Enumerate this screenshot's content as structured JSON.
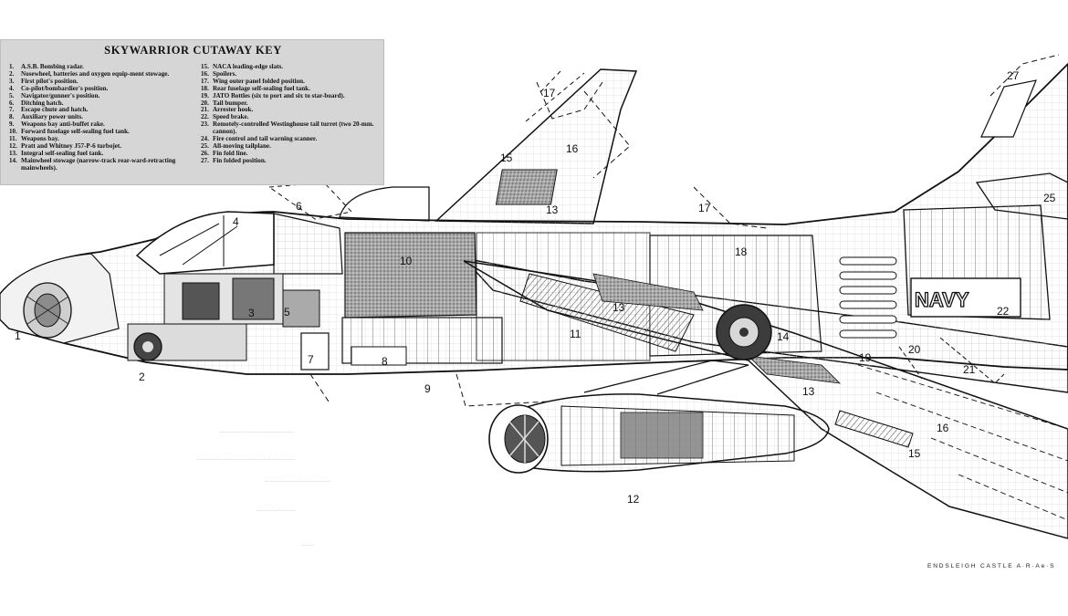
{
  "key": {
    "title": "SKYWARRIOR CUTAWAY KEY",
    "left_items": [
      {
        "num": "1.",
        "text": "A.S.B. Bombing radar."
      },
      {
        "num": "2.",
        "text": "Nosewheel, batteries and oxygen equip-ment stowage."
      },
      {
        "num": "3.",
        "text": "First pilot's position."
      },
      {
        "num": "4.",
        "text": "Co-pilot/bombardier's position."
      },
      {
        "num": "5.",
        "text": "Navigator/gunner's position."
      },
      {
        "num": "6.",
        "text": "Ditching hatch."
      },
      {
        "num": "7.",
        "text": "Escape chute and hatch."
      },
      {
        "num": "8.",
        "text": "Auxiliary power units."
      },
      {
        "num": "9.",
        "text": "Weapons bay anti-buffet rake."
      },
      {
        "num": "10.",
        "text": "Forward fuselage self-sealing fuel tank."
      },
      {
        "num": "11.",
        "text": "Weapons bay."
      },
      {
        "num": "12.",
        "text": "Pratt and Whitney J57-P-6 turbojet."
      },
      {
        "num": "13.",
        "text": "Integral self-sealing fuel tank."
      },
      {
        "num": "14.",
        "text": "Mainwheel stowage (narrow-track rear-ward-retracting mainwheels)."
      }
    ],
    "right_items": [
      {
        "num": "15.",
        "text": "NACA leading-edge slats."
      },
      {
        "num": "16.",
        "text": "Spoilers."
      },
      {
        "num": "17.",
        "text": "Wing outer panel folded position."
      },
      {
        "num": "18.",
        "text": "Rear fuselage self-sealing fuel tank."
      },
      {
        "num": "19.",
        "text": "JATO Bottles (six to port and six to star-board)."
      },
      {
        "num": "20.",
        "text": "Tail bumper."
      },
      {
        "num": "21.",
        "text": "Arrester hook."
      },
      {
        "num": "22.",
        "text": "Speed brake."
      },
      {
        "num": "23.",
        "text": "Remotely-controlled Westinghouse tail turret (two 20-mm. cannon)."
      },
      {
        "num": "24.",
        "text": "Fire control and tail warning scanner."
      },
      {
        "num": "25.",
        "text": "All-moving tailplane."
      },
      {
        "num": "26.",
        "text": "Fin fold line."
      },
      {
        "num": "27.",
        "text": "Fin folded position."
      }
    ]
  },
  "fuselage_marking": "NAVY",
  "callouts": [
    "1",
    "2",
    "3",
    "4",
    "5",
    "6",
    "7",
    "8",
    "9",
    "10",
    "11",
    "12",
    "13",
    "13",
    "13",
    "14",
    "15",
    "15",
    "16",
    "16",
    "17",
    "17",
    "18",
    "19",
    "20",
    "21",
    "22",
    "25",
    "27"
  ],
  "credit": "ENDSLEIGH CASTLE A·R·Ae·S",
  "colors": {
    "ink": "#111111",
    "paper": "#ffffff",
    "key_panel": "#d6d6d6",
    "stipple": "#9a9a9a"
  }
}
